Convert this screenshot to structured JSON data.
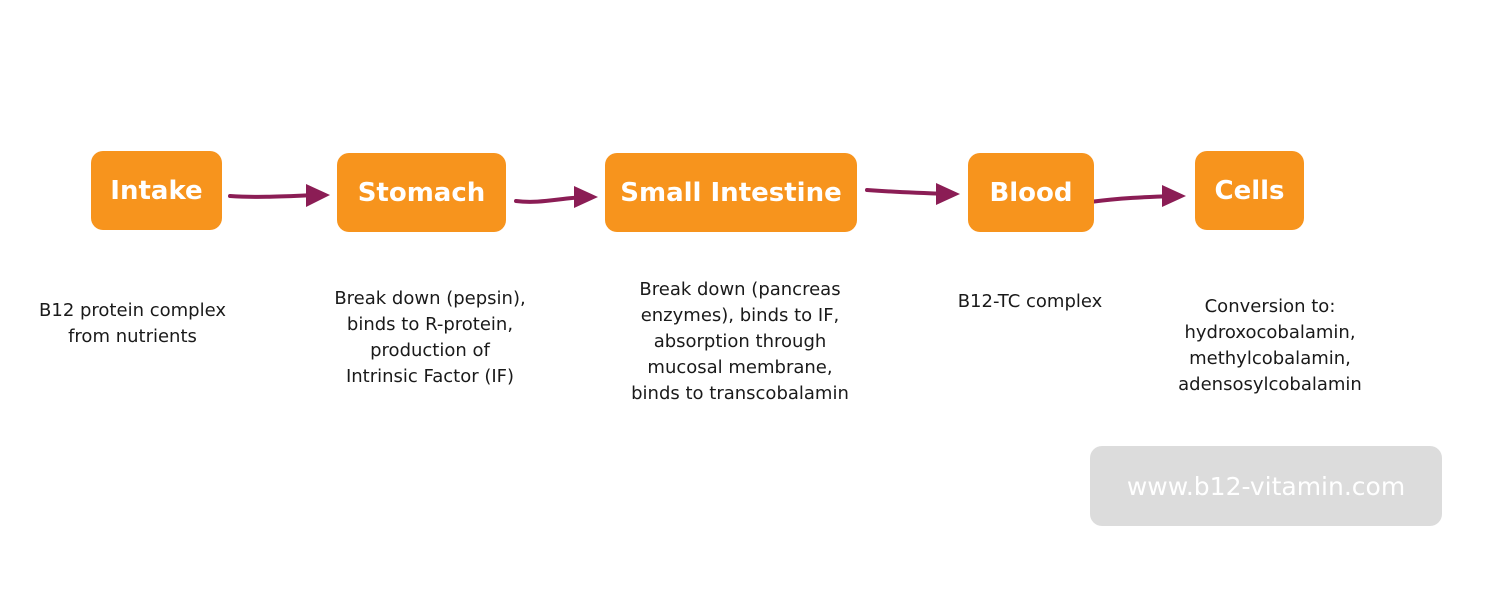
{
  "colors": {
    "node_fill": "#f7941d",
    "node_text": "#ffffff",
    "arrow": "#8b1d55",
    "watermark_bg": "#dcdcdc"
  },
  "nodes": [
    {
      "label": "Intake"
    },
    {
      "label": "Stomach"
    },
    {
      "label": "Small Intestine"
    },
    {
      "label": "Blood"
    },
    {
      "label": "Cells"
    }
  ],
  "descriptions": [
    "B12 protein complex\nfrom nutrients",
    "Break down (pepsin),\nbinds to R-protein,\nproduction of\nIntrinsic Factor (IF)",
    "Break down (pancreas\nenzymes), binds to IF,\nabsorption through\nmucosal membrane,\nbinds to transcobalamin",
    "B12-TC complex",
    "Conversion to:\nhydroxocobalamin,\nmethylcobalamin,\nadensosylcobalamin"
  ],
  "watermark": "www.b12-vitamin.com"
}
